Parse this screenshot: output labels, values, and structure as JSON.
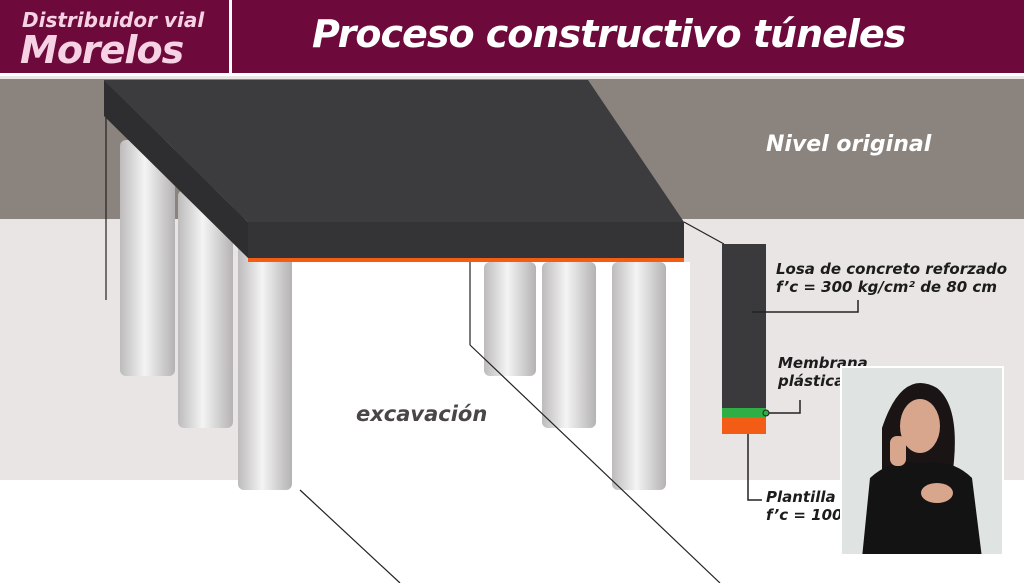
{
  "header": {
    "brand_line1": "Distribuidor vial",
    "brand_line2": "Morelos",
    "title": "Proceso constructivo túneles"
  },
  "labels": {
    "nivel": "Nivel original",
    "excavacion": "excavación",
    "losa_line1": "Losa de concreto reforzado",
    "losa_line2": "f’c = 300 kg/cm² de 80 cm",
    "membrana_line1": "Membrana",
    "membrana_line2": "plástica",
    "plantilla_line1": "Plantilla",
    "plantilla_line2": "f’c = 100"
  },
  "colors": {
    "header": "#6d0a3b",
    "slab": "#3a393b",
    "membrane": "#2fae45",
    "plantilla": "#f25c14"
  }
}
